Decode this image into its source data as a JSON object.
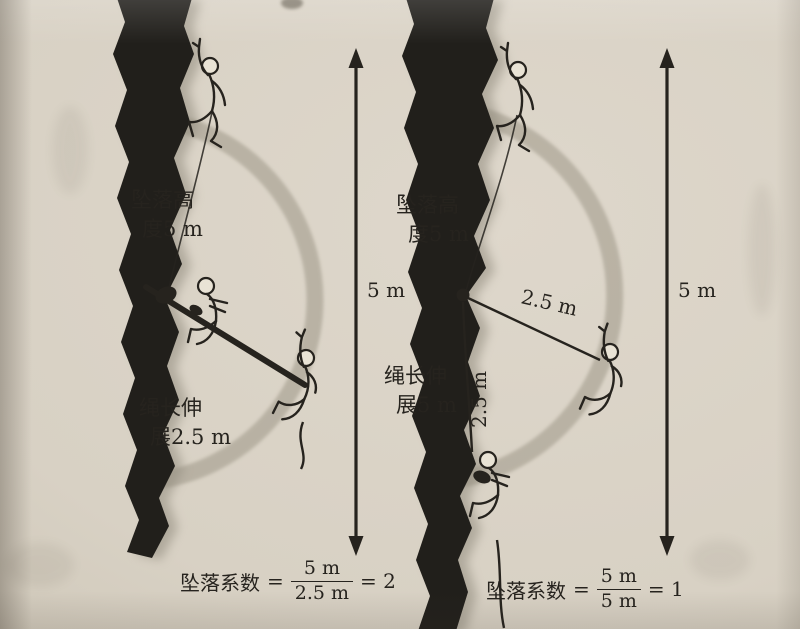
{
  "colors": {
    "paper": "#d8d1c4",
    "paper-light": "#ded7cb",
    "paper-dark": "#c8c0b0",
    "ink": "#26231e",
    "rock": "#211f1b",
    "rock-shadow": "#8f897c",
    "arc": "#a39c8d",
    "figure-fill": "#e9e3d5"
  },
  "left_scene": {
    "fall_height_line1": "坠落高",
    "fall_height_line2": "度5 m",
    "rope_line1": "绳长伸",
    "rope_line2": "展2.5 m",
    "arrow_label": "5 m",
    "formula": {
      "label": "坠落系数",
      "equals": "=",
      "numerator": "5 m",
      "denominator": "2.5 m",
      "result": "= 2"
    }
  },
  "right_scene": {
    "fall_height_line1": "坠落高",
    "fall_height_line2": "度5 m",
    "rope_line1": "绳长伸",
    "rope_line2": "展5 m",
    "diagonal_label": "2.5 m",
    "vertical_label": "2.5 m",
    "arrow_label": "5 m",
    "formula": {
      "label": "坠落系数",
      "equals": "=",
      "numerator": "5 m",
      "denominator": "5 m",
      "result": "= 1"
    }
  }
}
